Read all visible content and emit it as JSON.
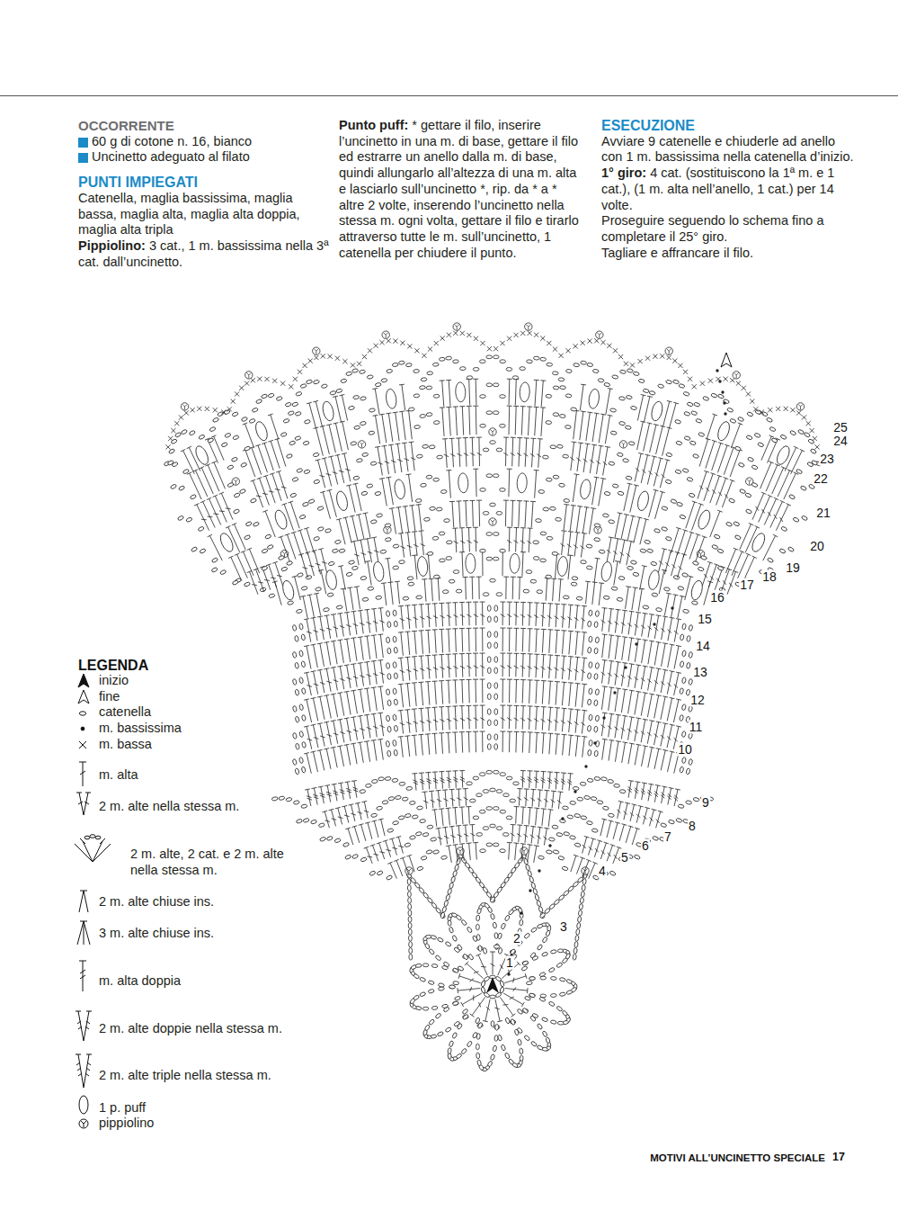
{
  "diagram": {
    "labels": [
      "OCCORRENTE",
      "60 g di cotone n. 16, bianco",
      "Uncinetto adeguato al filato",
      "PUNTI IMPIEGATI",
      "Catenella, maglia bassissima, maglia bassa, maglia alta, maglia alta doppia, maglia alta tripla",
      "Pippiolino:",
      "3 cat., 1 m. bassissima nella 3ª cat. dall’uncinetto.",
      "Punto puff:",
      "* gettare il filo, inserire l’uncinetto in una m. di base, gettare il filo ed estrarre un anello dalla m. di base, quindi allungarlo all’altezza di una m. alta e lasciarlo sull’uncinetto *, rip. da * a * altre 2 volte, inserendo l’uncinetto nella stessa m. ogni volta, gettare il filo e tirarlo attraverso tutte le m. sull’uncinetto, 1 catenella per chiudere il punto.",
      "ESECUZIONE",
      "Avviare 9 catenelle e chiuderle ad anello con 1 m. bassissima nella catenella d’inizio.",
      "1° giro:",
      "4 cat. (sostituiscono la 1ª m. e 1 cat.), (1 m. alta nell’anello, 1 cat.) per 14 volte.",
      "Proseguire seguendo lo schema fino a completare il 25° giro.",
      "Tagliare e affrancare il filo.",
      "LEGENDA",
      "1",
      "2",
      "3",
      "4",
      "5",
      "6",
      "7",
      "8",
      "9",
      "10",
      "11",
      "12",
      "13",
      "14",
      "15",
      "16",
      "17",
      "18",
      "19",
      "20",
      "21",
      "22",
      "23",
      "24",
      "25",
      "MOTIVI ALL’UNCINETTO SPECIALE",
      "17"
    ],
    "legend": [
      {
        "text": "inizio"
      },
      {
        "text": "fine"
      },
      {
        "text": "catenella"
      },
      {
        "text": "m. bassissima"
      },
      {
        "text": "m. bassa"
      },
      {
        "text": "m. alta"
      },
      {
        "text": "2 m. alte nella stessa m."
      },
      {
        "text": "2 m. alte, 2 cat. e 2 m. alte nella stessa m."
      },
      {
        "text": "2 m. alte chiuse ins."
      },
      {
        "text": "3 m. alte chiuse ins."
      },
      {
        "text": "m. alta doppia"
      },
      {
        "text": "2 m. alte doppie nella stessa m."
      },
      {
        "text": "2 m. alte triple nella stessa m."
      },
      {
        "text": "1 p. puff"
      },
      {
        "text": "pippiolino"
      }
    ]
  }
}
